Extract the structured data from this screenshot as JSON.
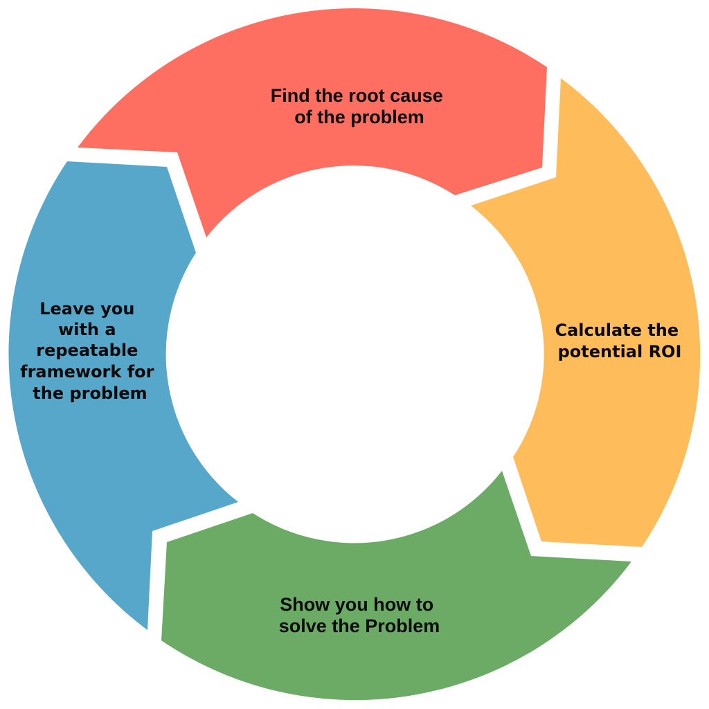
{
  "diagram": {
    "type": "cycle",
    "direction": "clockwise",
    "background": "#ffffff",
    "steps": [
      {
        "id": "root-cause",
        "color": "#FF6F61",
        "lines": [
          "Find the root cause",
          "of the problem"
        ],
        "text": "Find the root cause of the problem"
      },
      {
        "id": "roi",
        "color": "#FFBC5A",
        "lines": [
          "Calculate the",
          "potential ROI"
        ],
        "text": "Calculate the potential ROI"
      },
      {
        "id": "solve",
        "color": "#6BAB65",
        "lines": [
          "Show you how to",
          "solve the Problem"
        ],
        "text": "Show you how to solve the Problem"
      },
      {
        "id": "framework",
        "color": "#57A7CB",
        "lines": [
          "Leave you",
          "with a",
          "repeatable",
          "framework for",
          "the problem"
        ],
        "text": "Leave you with a repeatable framework for the problem"
      }
    ]
  }
}
